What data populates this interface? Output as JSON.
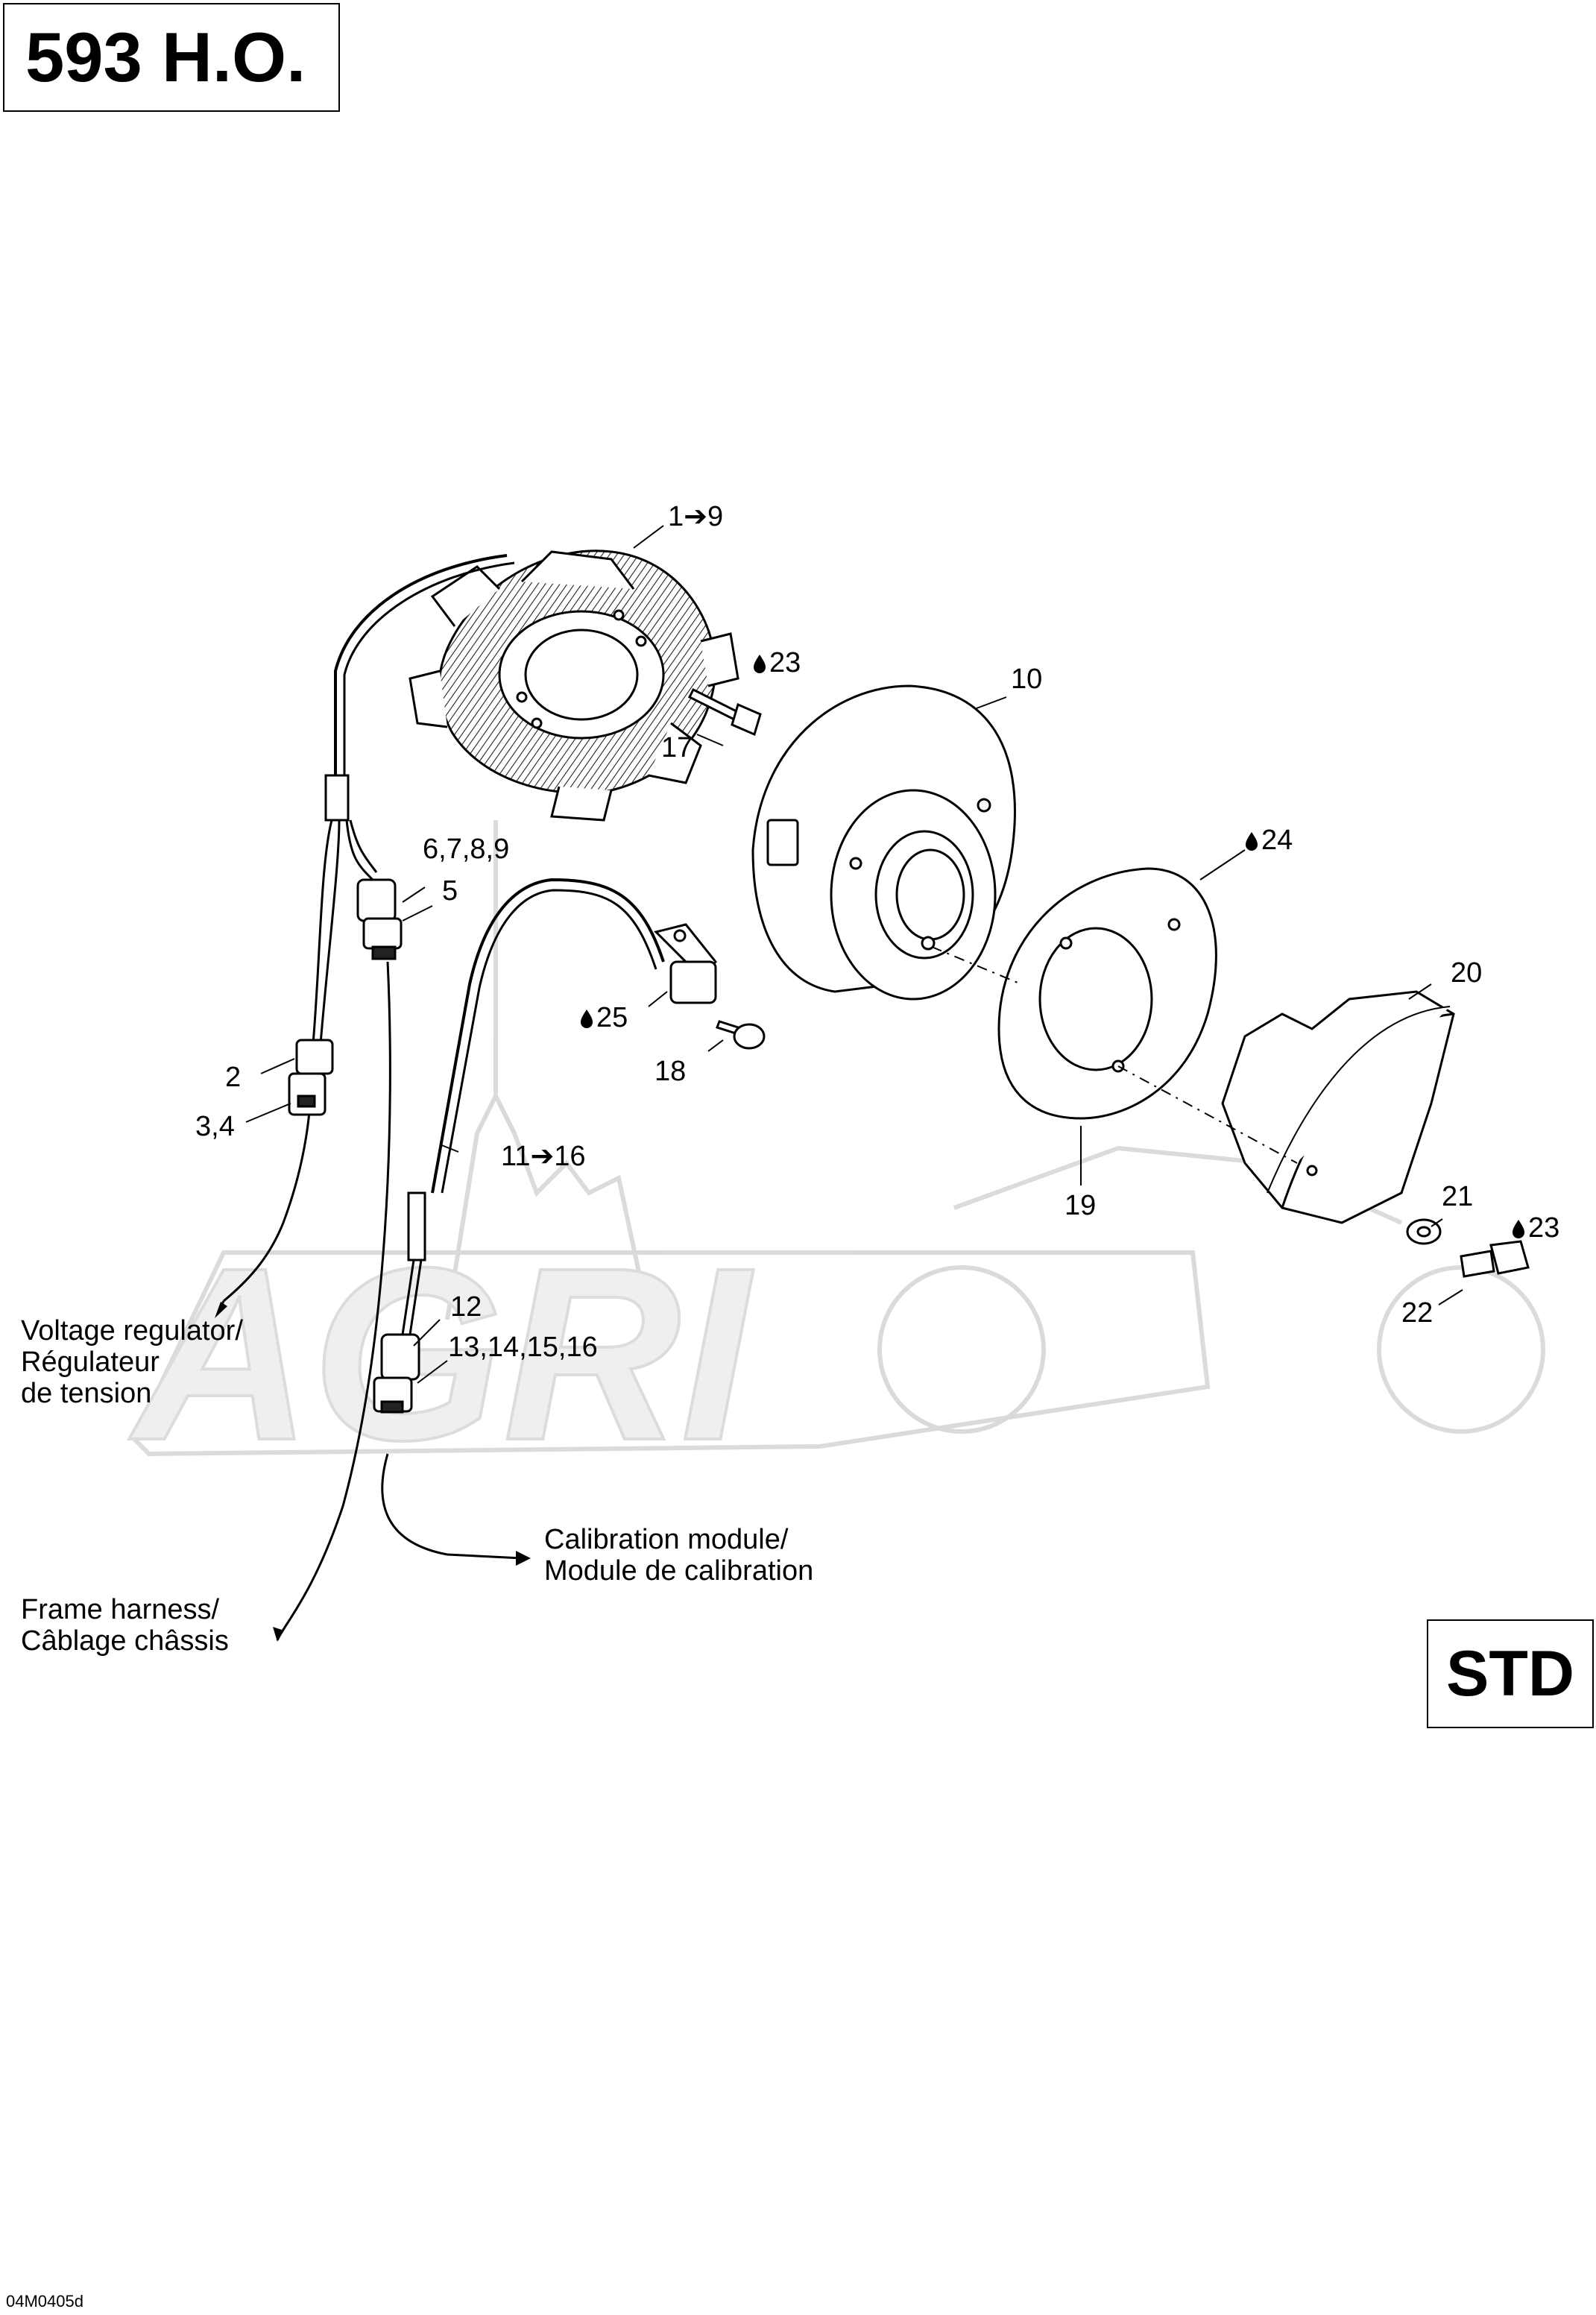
{
  "header": {
    "model": "593 H.O."
  },
  "badge": {
    "text": "STD"
  },
  "drawing_code": "04M0405d",
  "callouts": {
    "c1": "1➔9",
    "c23a": "23",
    "c10": "10",
    "c17": "17",
    "c24": "24",
    "c678": "6,7,8,9",
    "c5": "5",
    "c20": "20",
    "c25": "25",
    "c18": "18",
    "c2": "2",
    "c34": "3,4",
    "c11": "11➔16",
    "c19": "19",
    "c21": "21",
    "c23b": "23",
    "c22": "22",
    "c12": "12",
    "c1316": "13,14,15,16"
  },
  "notes": {
    "voltage": [
      "Voltage regulator/",
      "Régulateur",
      "de tension"
    ],
    "calibration": [
      "Calibration module/",
      "Module de calibration"
    ],
    "frame": [
      "Frame harness/",
      "Câblage châssis"
    ]
  },
  "icons": {
    "drop": "oil-drop-icon"
  }
}
